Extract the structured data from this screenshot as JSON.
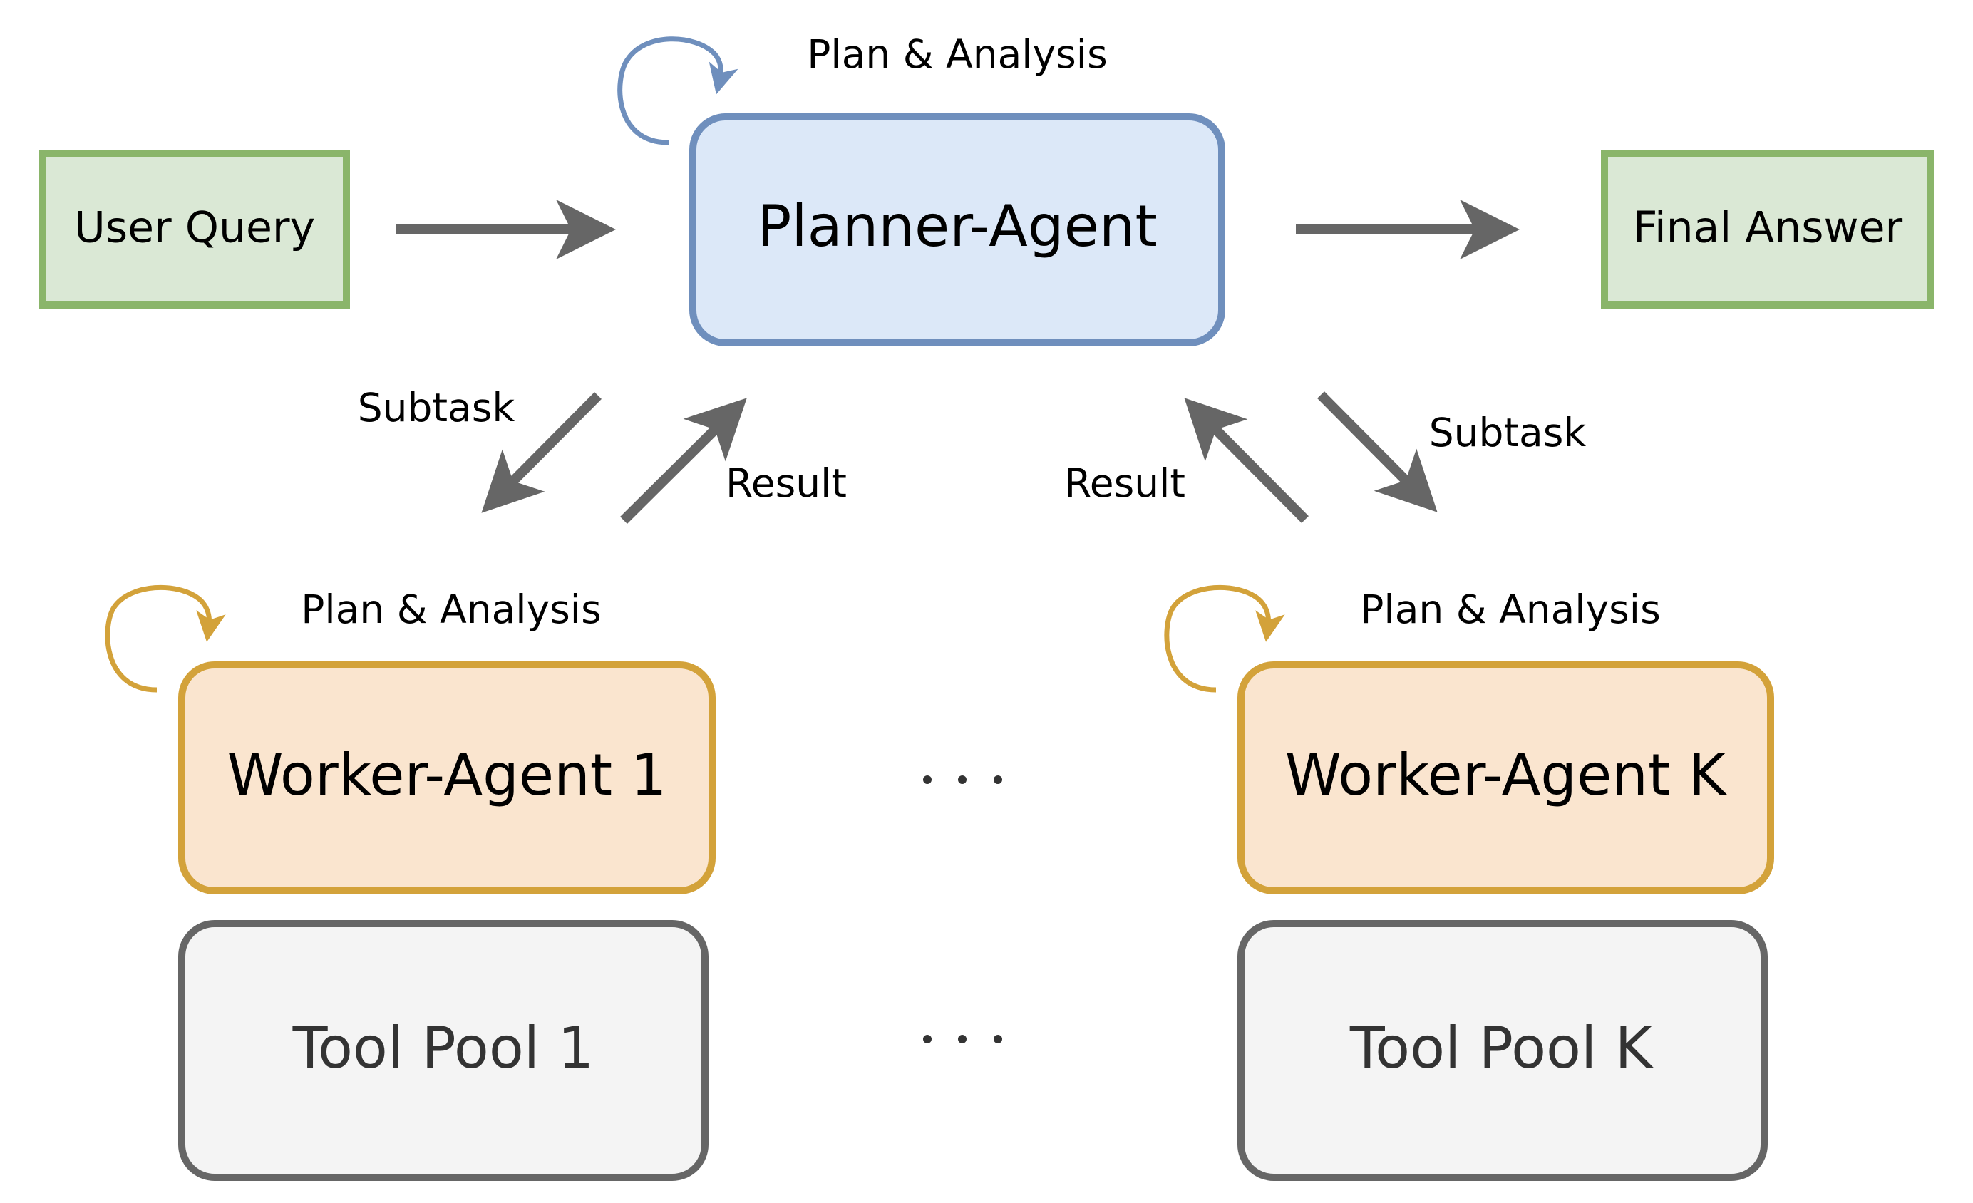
{
  "nodes": {
    "user_query": "User Query",
    "planner_agent": "Planner-Agent",
    "final_answer": "Final Answer",
    "worker_agent_1": "Worker-Agent 1",
    "worker_agent_k": "Worker-Agent K",
    "tool_pool_1": "Tool Pool 1",
    "tool_pool_k": "Tool Pool K"
  },
  "labels": {
    "planner_plan": "Plan & Analysis",
    "worker1_plan": "Plan & Analysis",
    "workerk_plan": "Plan & Analysis",
    "subtask_left": "Subtask",
    "result_left": "Result",
    "result_right": "Result",
    "subtask_right": "Subtask"
  },
  "colors": {
    "input_output_fill": "#dae8d5",
    "input_output_stroke": "#8ab56a",
    "planner_fill": "#dce8f8",
    "planner_stroke": "#6f8fbd",
    "worker_fill": "#fae5cf",
    "worker_stroke": "#d3a23a",
    "tool_fill": "#f4f4f4",
    "tool_stroke": "#666666",
    "arrow": "#666666"
  }
}
